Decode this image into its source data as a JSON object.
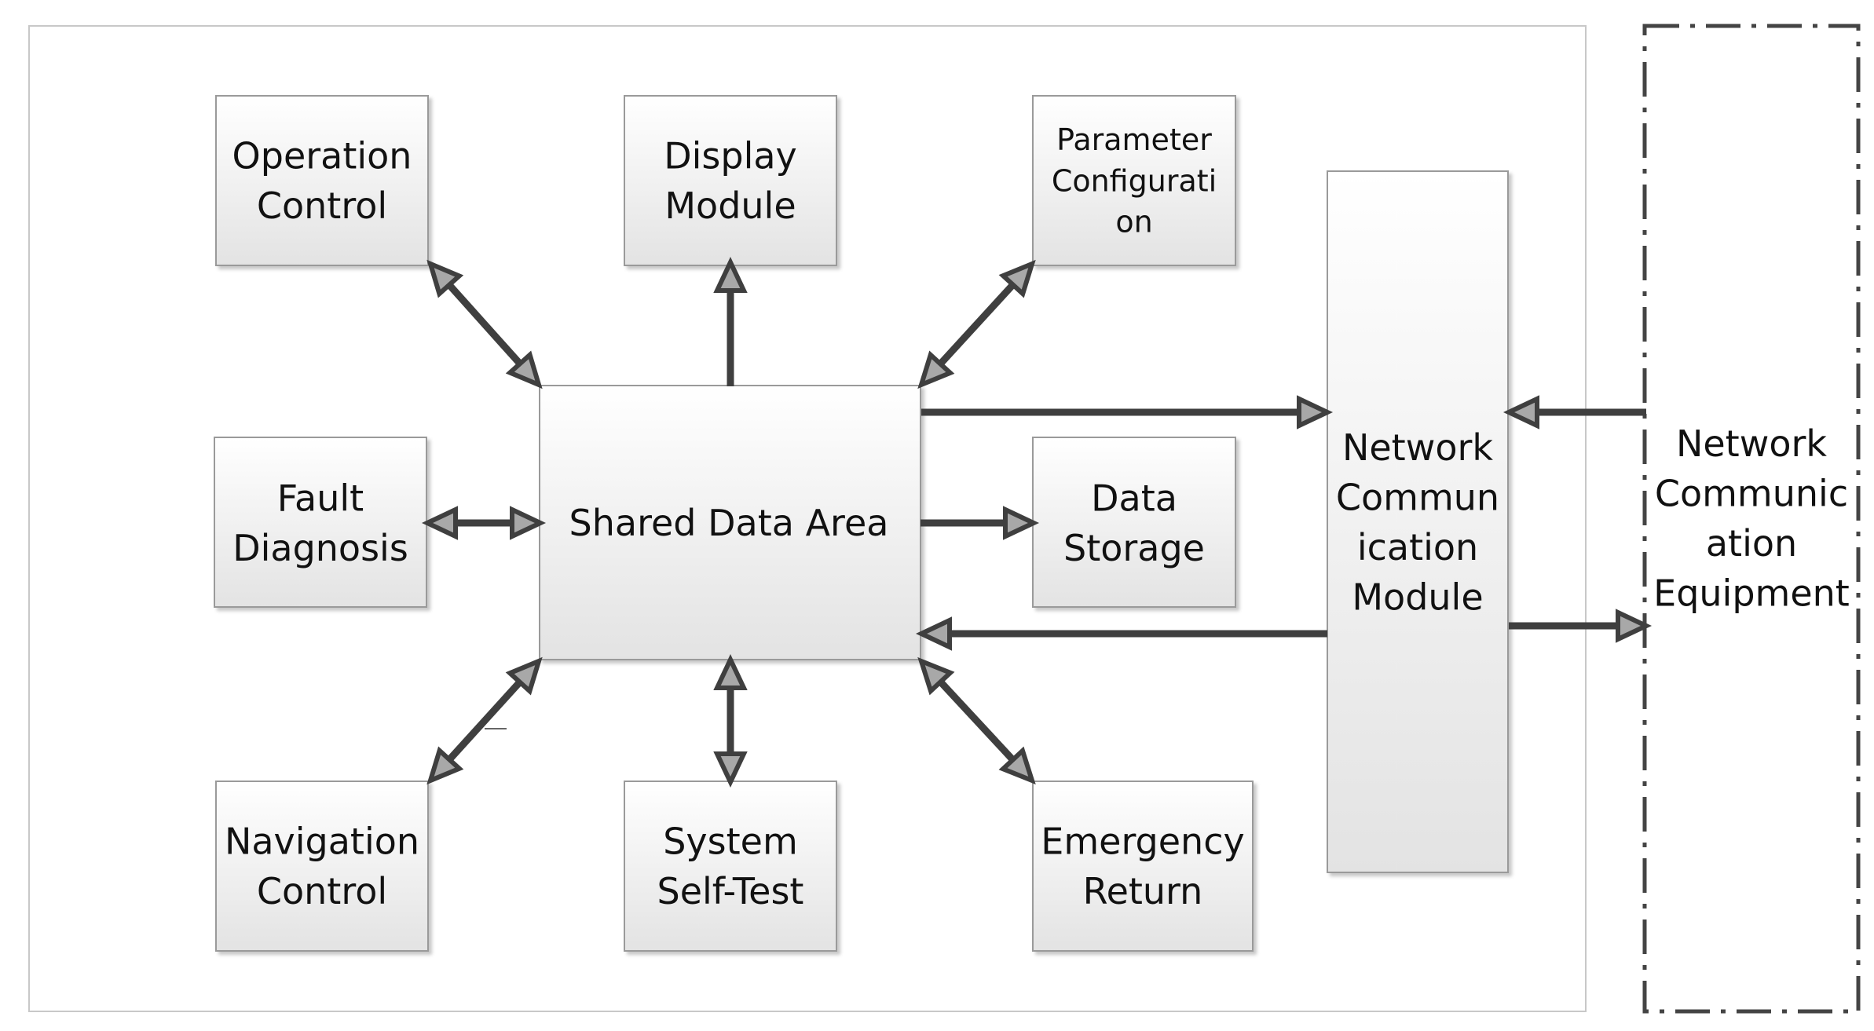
{
  "diagram": {
    "modules": {
      "operation_control": "Operation\nControl",
      "display_module": "Display\nModule",
      "parameter_configuration": "Parameter\nConfigurati\non",
      "fault_diagnosis": "Fault\nDiagnosis",
      "shared_data_area": "Shared Data Area",
      "data_storage": "Data\nStorage",
      "navigation_control": "Navigation\nControl",
      "system_self_test": "System\nSelf-Test",
      "emergency_return": "Emergency\nReturn",
      "network_communication_module": "Network\nCommun\nication\nModule",
      "network_communication_equipment": "Network\nCommunic\nation\nEquipment"
    },
    "links": [
      {
        "from": "operation_control",
        "to": "shared_data_area",
        "direction": "both"
      },
      {
        "from": "shared_data_area",
        "to": "display_module",
        "direction": "forward"
      },
      {
        "from": "parameter_configuration",
        "to": "shared_data_area",
        "direction": "both"
      },
      {
        "from": "fault_diagnosis",
        "to": "shared_data_area",
        "direction": "both"
      },
      {
        "from": "shared_data_area",
        "to": "data_storage",
        "direction": "forward"
      },
      {
        "from": "navigation_control",
        "to": "shared_data_area",
        "direction": "both"
      },
      {
        "from": "system_self_test",
        "to": "shared_data_area",
        "direction": "both"
      },
      {
        "from": "emergency_return",
        "to": "shared_data_area",
        "direction": "both"
      },
      {
        "from": "shared_data_area",
        "to": "network_communication_module",
        "direction": "forward"
      },
      {
        "from": "network_communication_module",
        "to": "shared_data_area",
        "direction": "forward"
      },
      {
        "from": "network_communication_equipment",
        "to": "network_communication_module",
        "direction": "forward"
      },
      {
        "from": "network_communication_module",
        "to": "network_communication_equipment",
        "direction": "forward"
      }
    ],
    "colors": {
      "box_fill_top": "#ffffff",
      "box_fill_bottom": "#e3e3e3",
      "box_border": "#9a9a9a",
      "arrow_line": "#3f3f3f",
      "arrow_head": "#a8a8a8",
      "dashed_border": "#444444"
    }
  }
}
